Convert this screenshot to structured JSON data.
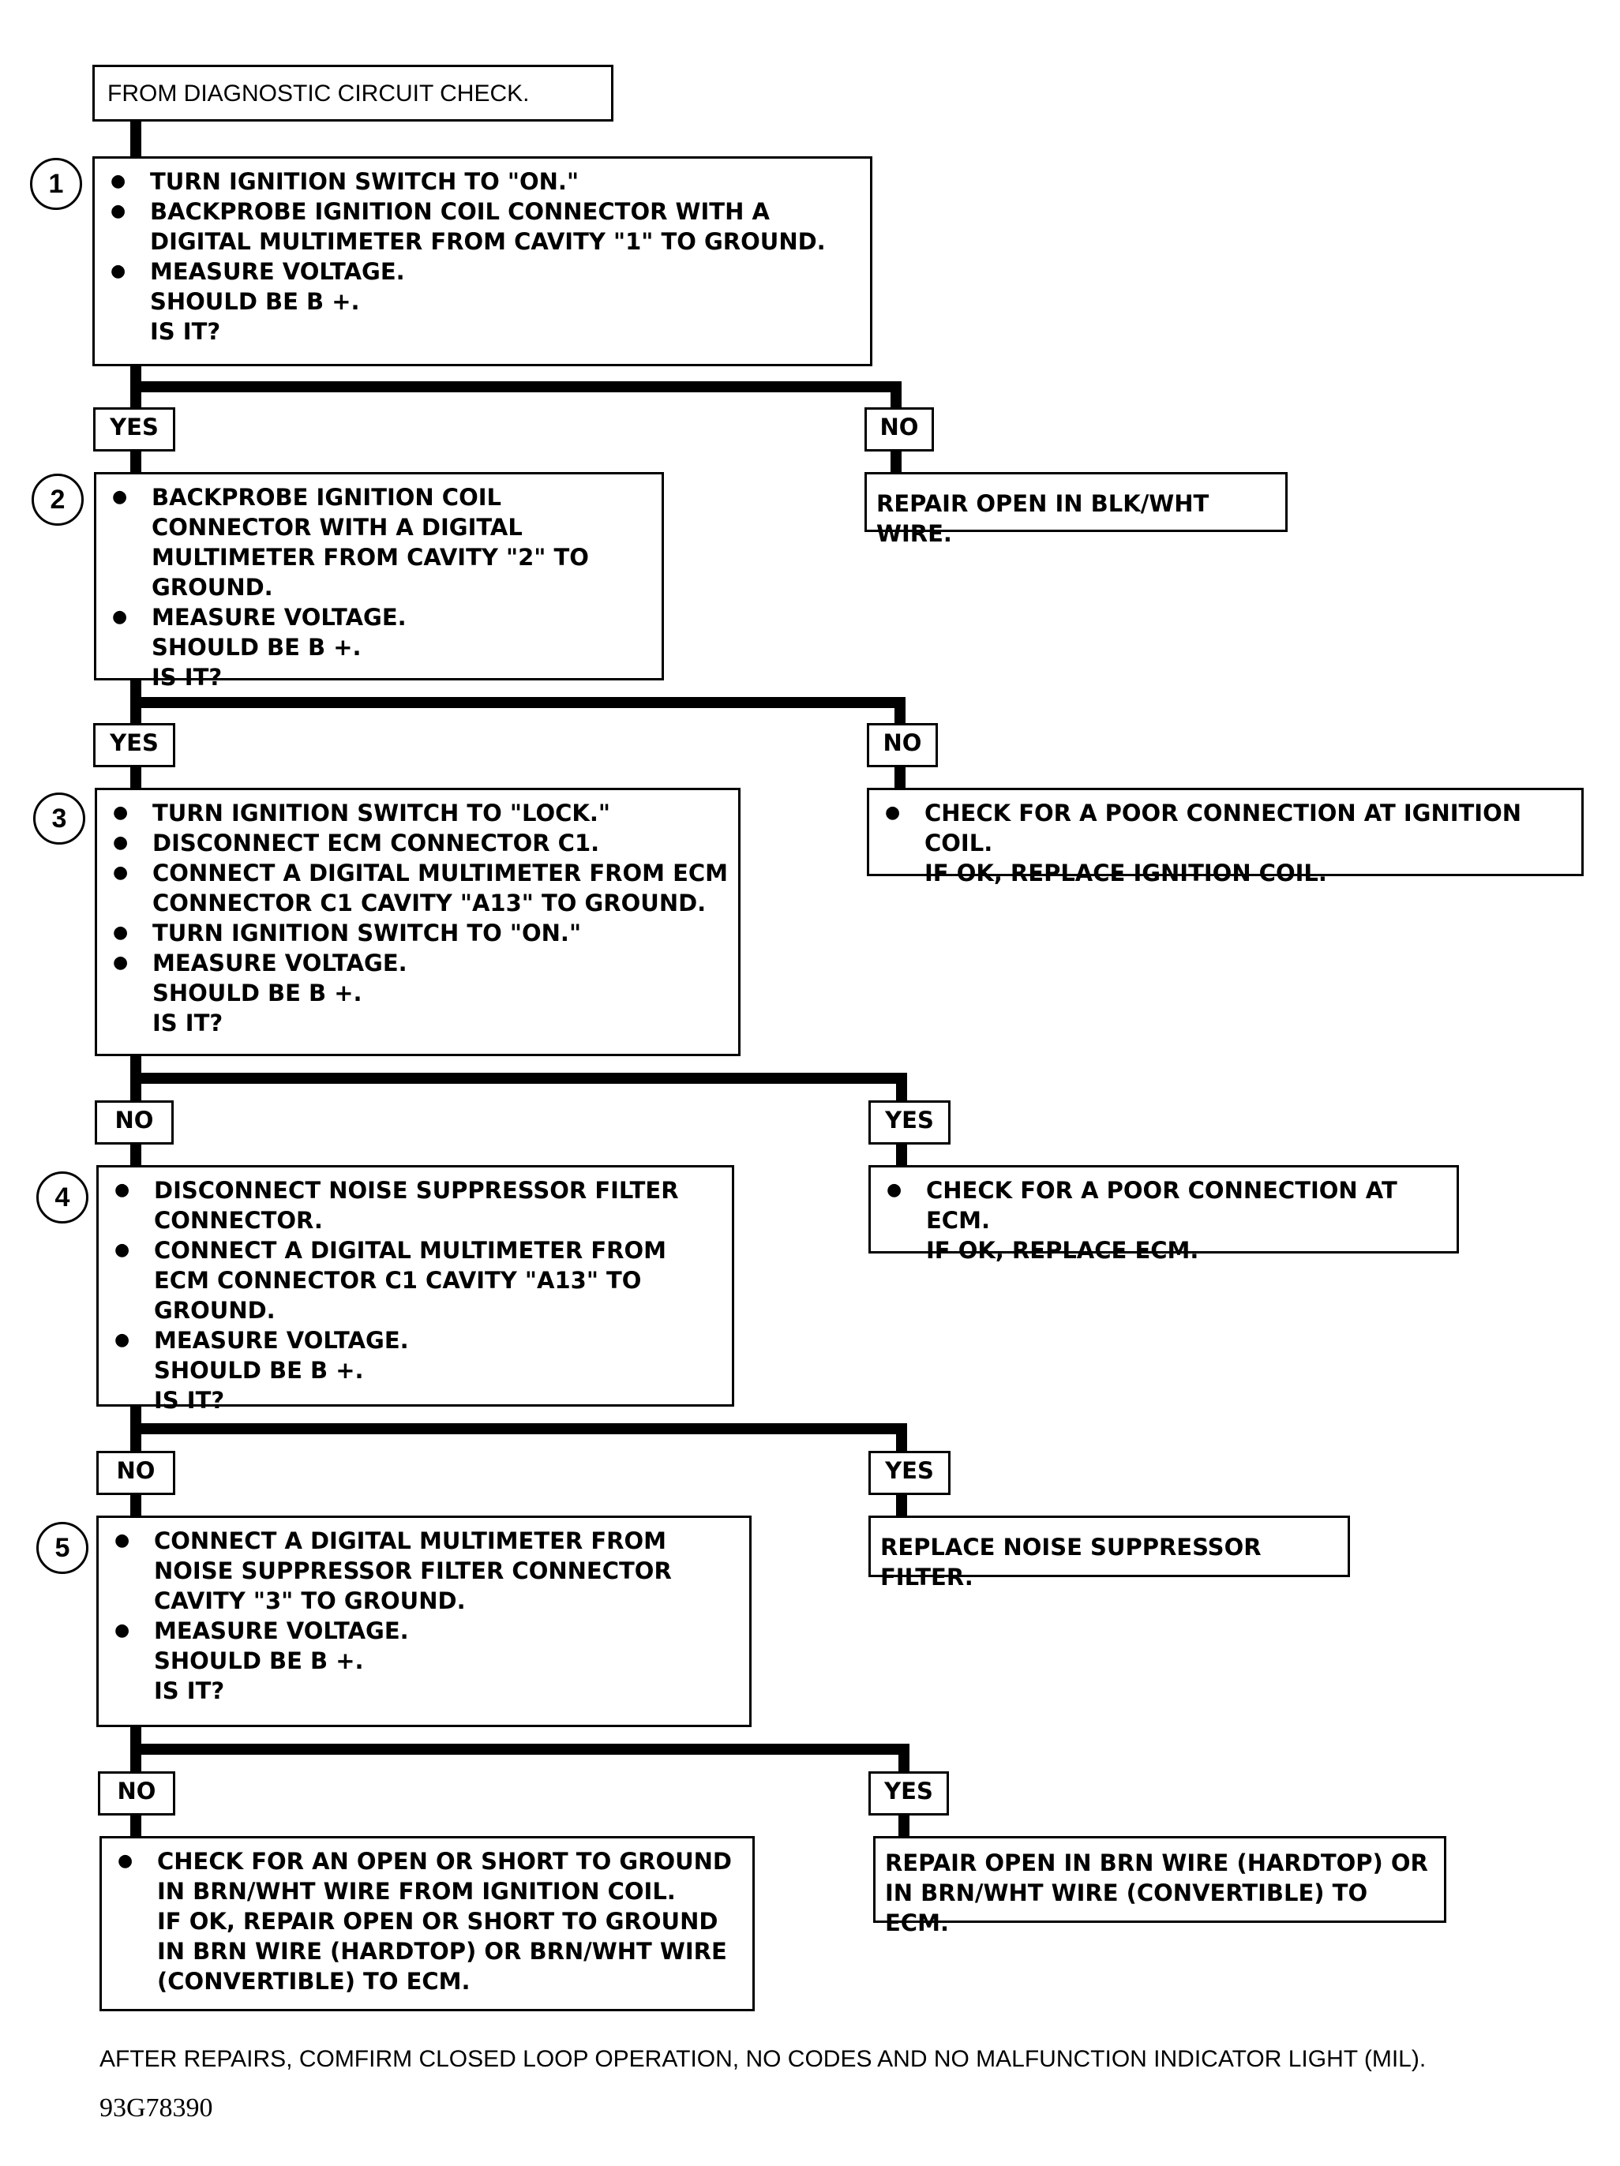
{
  "start": {
    "text": "FROM DIAGNOSTIC CIRCUIT CHECK."
  },
  "steps": [
    {
      "number": "1",
      "bullets": [
        "TURN IGNITION SWITCH TO \"ON.\"",
        "BACKPROBE IGNITION COIL CONNECTOR WITH A DIGITAL MULTIMETER FROM CAVITY \"1\" TO GROUND.",
        "MEASURE VOLTAGE."
      ],
      "after": [
        "SHOULD BE B +.",
        "IS IT?"
      ]
    },
    {
      "number": "2",
      "bullets": [
        "BACKPROBE IGNITION COIL CONNECTOR WITH A DIGITAL MULTIMETER FROM CAVITY \"2\" TO GROUND.",
        "MEASURE VOLTAGE."
      ],
      "after": [
        "SHOULD BE B +.",
        "IS IT?"
      ]
    },
    {
      "number": "3",
      "bullets": [
        "TURN IGNITION SWITCH TO \"LOCK.\"",
        "DISCONNECT ECM CONNECTOR C1.",
        "CONNECT  A DIGITAL MULTIMETER FROM ECM CONNECTOR C1 CAVITY \"A13\" TO GROUND.",
        "TURN IGNITION SWITCH TO \"ON.\"",
        "MEASURE VOLTAGE."
      ],
      "after": [
        "SHOULD BE B +.",
        "IS IT?"
      ]
    },
    {
      "number": "4",
      "bullets": [
        "DISCONNECT NOISE SUPPRESSOR FILTER CONNECTOR.",
        "CONNECT A DIGITAL MULTIMETER FROM ECM CONNECTOR C1 CAVITY \"A13\" TO GROUND.",
        "MEASURE VOLTAGE."
      ],
      "after": [
        "SHOULD BE B +.",
        "IS IT?"
      ]
    },
    {
      "number": "5",
      "bullets": [
        "CONNECT A DIGITAL MULTIMETER FROM NOISE SUPPRESSOR FILTER CONNECTOR CAVITY \"3\" TO GROUND.",
        "MEASURE VOLTAGE."
      ],
      "after": [
        "SHOULD BE B +.",
        "IS IT?"
      ]
    }
  ],
  "branches": [
    {
      "left_label": "YES",
      "right_label": "NO"
    },
    {
      "left_label": "YES",
      "right_label": "NO"
    },
    {
      "left_label": "NO",
      "right_label": "YES"
    },
    {
      "left_label": "NO",
      "right_label": "YES"
    },
    {
      "left_label": "NO",
      "right_label": "YES"
    }
  ],
  "results": {
    "r1": {
      "text": "REPAIR OPEN IN BLK/WHT WIRE."
    },
    "r2": {
      "bullet": "CHECK FOR A POOR CONNECTION AT IGNITION COIL.",
      "after": "IF OK, REPLACE IGNITION COIL."
    },
    "r3": {
      "bullet": "CHECK FOR A POOR CONNECTION AT ECM.",
      "after": "IF OK, REPLACE ECM."
    },
    "r4": {
      "text": "REPLACE NOISE SUPPRESSOR FILTER."
    },
    "r5_no": {
      "bullet": "CHECK FOR AN OPEN OR SHORT TO GROUND IN BRN/WHT WIRE FROM IGNITION COIL.",
      "after": "IF OK, REPAIR OPEN OR SHORT TO GROUND IN BRN WIRE (HARDTOP) OR BRN/WHT WIRE (CONVERTIBLE) TO ECM."
    },
    "r5_yes": {
      "text": "REPAIR OPEN IN BRN WIRE (HARDTOP) OR IN BRN/WHT WIRE (CONVERTIBLE) TO ECM."
    }
  },
  "footer": {
    "note": "AFTER REPAIRS, COMFIRM CLOSED LOOP OPERATION, NO CODES AND NO MALFUNCTION INDICATOR LIGHT (MIL).",
    "code": "93G78390"
  }
}
